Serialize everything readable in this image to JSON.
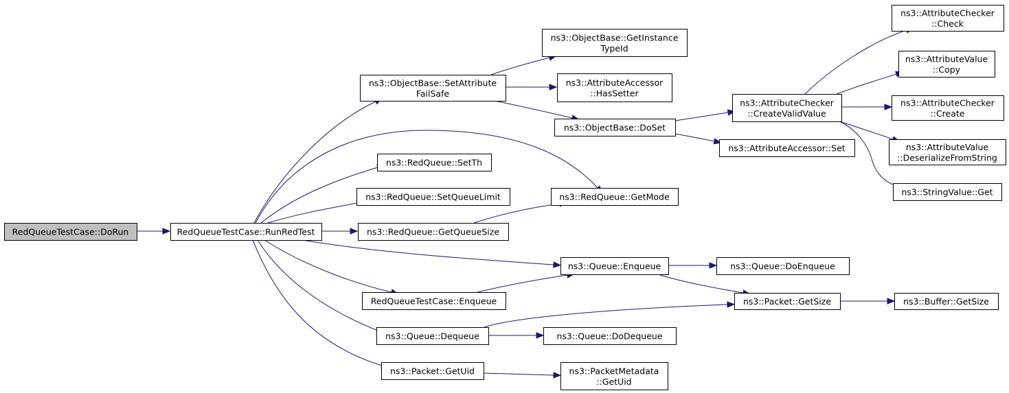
{
  "nodes": {
    "dorun": [
      "RedQueueTestCase::DoRun"
    ],
    "runredtest": [
      "RedQueueTestCase::RunRedTest"
    ],
    "setattributefailsafe": [
      "ns3::ObjectBase::SetAttribute",
      "FailSafe"
    ],
    "getinstancetypeid": [
      "ns3::ObjectBase::GetInstance",
      "TypeId"
    ],
    "hassetter": [
      "ns3::AttributeAccessor",
      "::HasSetter"
    ],
    "doset": [
      "ns3::ObjectBase::DoSet"
    ],
    "createvalidvalue": [
      "ns3::AttributeChecker",
      "::CreateValidValue"
    ],
    "check": [
      "ns3::AttributeChecker",
      "::Check"
    ],
    "copy": [
      "ns3::AttributeValue",
      "::Copy"
    ],
    "create": [
      "ns3::AttributeChecker",
      "::Create"
    ],
    "deserializefromstring": [
      "ns3::AttributeValue",
      "::DeserializeFromString"
    ],
    "stringvalueget": [
      "ns3::StringValue::Get"
    ],
    "accessorset": [
      "ns3::AttributeAccessor::Set"
    ],
    "setth": [
      "ns3::RedQueue::SetTh"
    ],
    "setqueuelimit": [
      "ns3::RedQueue::SetQueueLimit"
    ],
    "getqueuesize": [
      "ns3::RedQueue::GetQueueSize"
    ],
    "getmode": [
      "ns3::RedQueue::GetMode"
    ],
    "queueenqueue": [
      "ns3::Queue::Enqueue"
    ],
    "doenqueue": [
      "ns3::Queue::DoEnqueue"
    ],
    "testcaseenqueue": [
      "RedQueueTestCase::Enqueue"
    ],
    "packetgetsize": [
      "ns3::Packet::GetSize"
    ],
    "buffergetsize": [
      "ns3::Buffer::GetSize"
    ],
    "queuedequeue": [
      "ns3::Queue::Dequeue"
    ],
    "dodequeue": [
      "ns3::Queue::DoDequeue"
    ],
    "packetgetuid": [
      "ns3::Packet::GetUid"
    ],
    "metadatagetuid": [
      "ns3::PacketMetadata",
      "::GetUid"
    ]
  },
  "edges": [
    [
      "dorun",
      "runredtest"
    ],
    [
      "runredtest",
      "setattributefailsafe"
    ],
    [
      "runredtest",
      "setth"
    ],
    [
      "runredtest",
      "setqueuelimit"
    ],
    [
      "runredtest",
      "getqueuesize"
    ],
    [
      "runredtest",
      "getmode"
    ],
    [
      "runredtest",
      "queueenqueue"
    ],
    [
      "runredtest",
      "testcaseenqueue"
    ],
    [
      "runredtest",
      "queuedequeue"
    ],
    [
      "runredtest",
      "packetgetuid"
    ],
    [
      "setattributefailsafe",
      "getinstancetypeid"
    ],
    [
      "setattributefailsafe",
      "hassetter"
    ],
    [
      "setattributefailsafe",
      "doset"
    ],
    [
      "doset",
      "createvalidvalue"
    ],
    [
      "doset",
      "accessorset"
    ],
    [
      "createvalidvalue",
      "check"
    ],
    [
      "createvalidvalue",
      "copy"
    ],
    [
      "createvalidvalue",
      "create"
    ],
    [
      "createvalidvalue",
      "deserializefromstring"
    ],
    [
      "createvalidvalue",
      "stringvalueget"
    ],
    [
      "getqueuesize",
      "getmode"
    ],
    [
      "queueenqueue",
      "doenqueue"
    ],
    [
      "queueenqueue",
      "packetgetsize"
    ],
    [
      "testcaseenqueue",
      "queueenqueue"
    ],
    [
      "packetgetsize",
      "buffergetsize"
    ],
    [
      "queuedequeue",
      "dodequeue"
    ],
    [
      "queuedequeue",
      "packetgetsize"
    ],
    [
      "packetgetuid",
      "metadatagetuid"
    ]
  ],
  "colors": {
    "edge": "#191970",
    "root_fill": "#bfbfbf",
    "node_fill": "#ffffff",
    "node_border": "#000000"
  }
}
